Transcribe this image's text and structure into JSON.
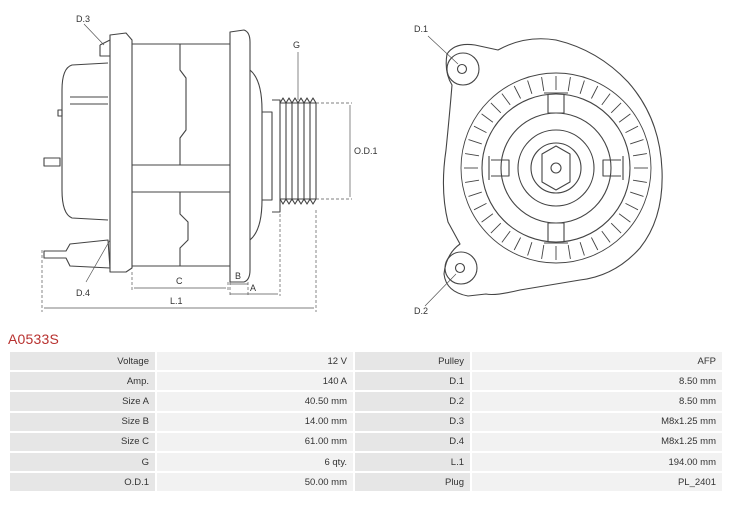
{
  "drawing_labels": {
    "d3": "D.3",
    "g": "G",
    "od1": "O.D.1",
    "d4": "D.4",
    "c": "C",
    "b": "B",
    "a": "A",
    "l1": "L.1",
    "d1": "D.1",
    "d2": "D.2"
  },
  "part_number": "A0533S",
  "specs": [
    {
      "k1": "Voltage",
      "v1": "12 V",
      "k2": "Pulley",
      "v2": "AFP"
    },
    {
      "k1": "Amp.",
      "v1": "140 A",
      "k2": "D.1",
      "v2": "8.50 mm"
    },
    {
      "k1": "Size A",
      "v1": "40.50 mm",
      "k2": "D.2",
      "v2": "8.50 mm"
    },
    {
      "k1": "Size B",
      "v1": "14.00 mm",
      "k2": "D.3",
      "v2": "M8x1.25 mm"
    },
    {
      "k1": "Size C",
      "v1": "61.00 mm",
      "k2": "D.4",
      "v2": "M8x1.25 mm"
    },
    {
      "k1": "G",
      "v1": "6 qty.",
      "k2": "L.1",
      "v2": "194.00 mm"
    },
    {
      "k1": "O.D.1",
      "v1": "50.00 mm",
      "k2": "Plug",
      "v2": "PL_2401"
    }
  ]
}
